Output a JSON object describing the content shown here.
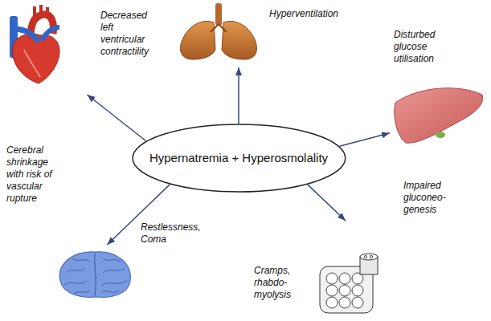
{
  "diagram": {
    "nodes": [
      {
        "text": [
          "Hypernatremia + Hyperosmolality"
        ]
      },
      {
        "text": [
          "Decreased left ventricular contractility"
        ]
      },
      {
        "text": [
          "Hyperventilation"
        ]
      },
      {
        "text": [
          "Disturbed glucose utilisation",
          "Impaired gluconeo- genesis"
        ]
      },
      {
        "text": [
          "Cramps, rhabdo- myolysis"
        ]
      },
      {
        "text": [
          "Cerebral shrinkage with risk of vascular rupture",
          "Restlessness, Coma"
        ]
      }
    ],
    "edges": [
      {
        "from": 0,
        "to": 1,
        "arrow": "to"
      },
      {
        "from": 0,
        "to": 2,
        "arrow": "to"
      },
      {
        "from": 0,
        "to": 3,
        "arrow": "to"
      },
      {
        "from": 0,
        "to": 4,
        "arrow": "to"
      },
      {
        "from": 0,
        "to": 5,
        "arrow": "to"
      }
    ]
  }
}
